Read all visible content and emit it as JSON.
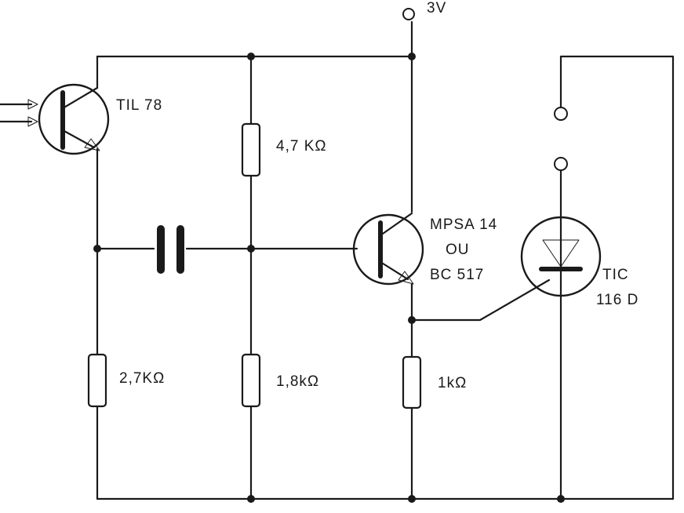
{
  "supply": {
    "label": "3V"
  },
  "phototransistor": {
    "label": "TIL 78"
  },
  "transistor": {
    "line1": "MPSA 14",
    "line2": "OU",
    "line3": "BC 517"
  },
  "scr": {
    "line1": "TIC",
    "line2": "116 D"
  },
  "resistors": {
    "r1": "4,7 KΩ",
    "r2": "2,7KΩ",
    "r3": "1,8kΩ",
    "r4": "1kΩ"
  }
}
